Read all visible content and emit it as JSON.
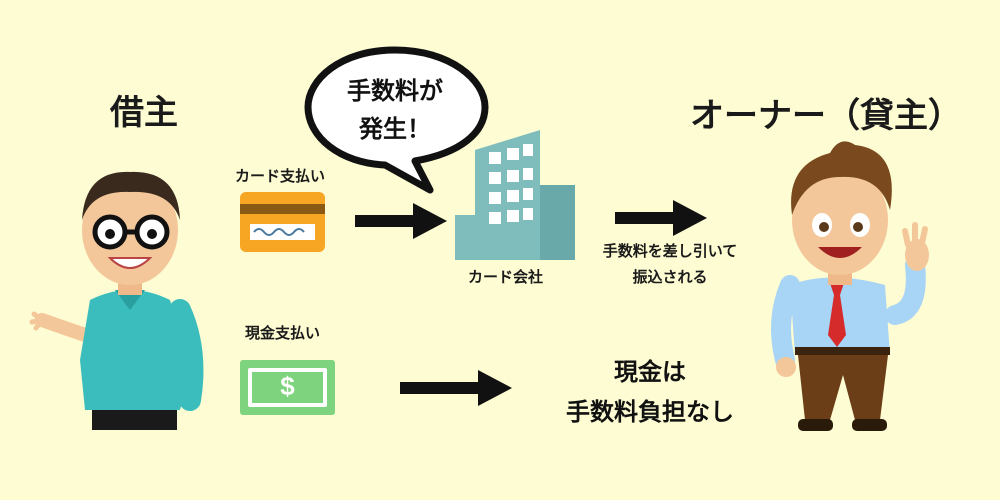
{
  "borrower": {
    "title": "借主"
  },
  "owner": {
    "title": "オーナー（貸主）"
  },
  "card_payment": {
    "label": "カード支払い"
  },
  "bubble": {
    "line1": "手数料が",
    "line2": "発生！"
  },
  "card_company": {
    "label": "カード会社"
  },
  "deduction_note": {
    "line1": "手数料を差し引いて",
    "line2": "振込される"
  },
  "cash_payment": {
    "label": "現金支払い",
    "bill_symbol": "$"
  },
  "cash_note": {
    "line1": "現金は",
    "line2": "手数料負担なし"
  },
  "colors": {
    "background": "#fdfcd3",
    "card": "#f6a623",
    "building": "#7fbcbc",
    "bill": "#7ed37e",
    "arrow": "#111111"
  }
}
